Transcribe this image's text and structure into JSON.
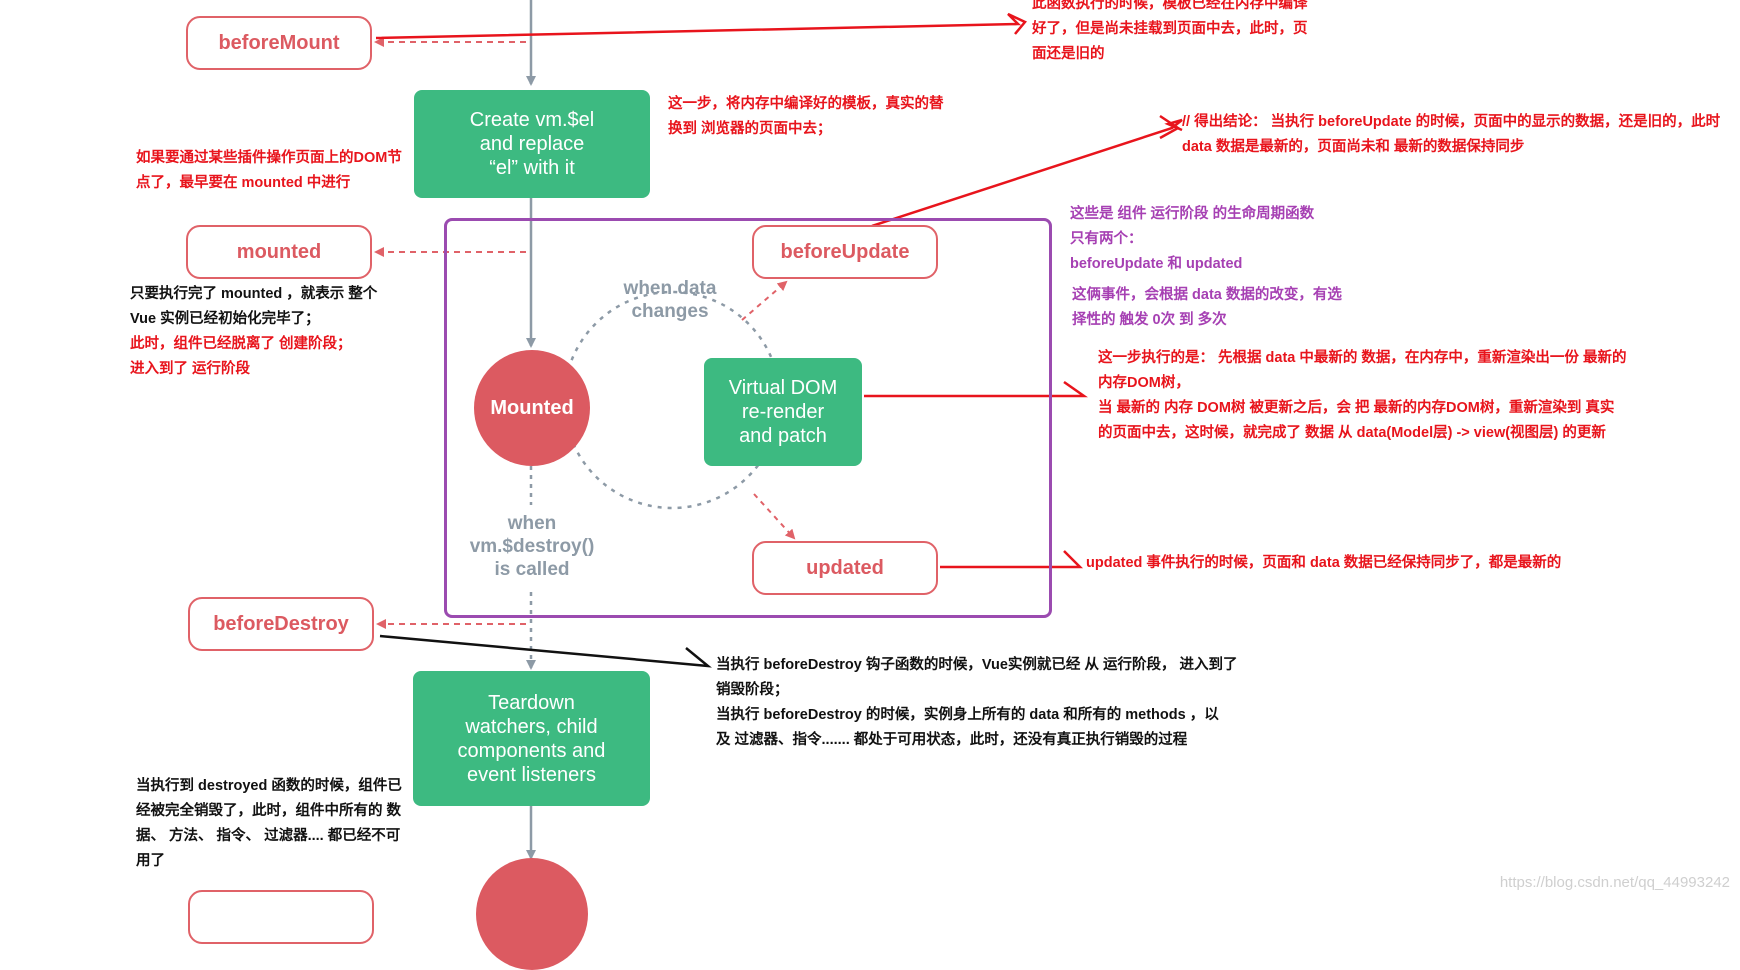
{
  "hooks": {
    "before_mount": "beforeMount",
    "mounted": "mounted",
    "before_update": "beforeUpdate",
    "updated": "updated",
    "before_destroy": "beforeDestroy"
  },
  "boxes": {
    "create_el": [
      "Create vm.$el",
      "and replace",
      "“el” with it"
    ],
    "virtual_dom": [
      "Virtual DOM",
      "re-render",
      "and patch"
    ],
    "teardown": [
      "Teardown",
      "watchers, child",
      "components and",
      "event listeners"
    ]
  },
  "circle_mounted": "Mounted",
  "labels": {
    "when_data_changes": [
      "when data",
      "changes"
    ],
    "when_destroy": [
      "when",
      "vm.$destroy()",
      "is called"
    ]
  },
  "notes": {
    "before_mount": [
      "此函数执行的时候，模板已经在内存中编译",
      "好了，但是尚未挂载到页面中去，此时，页",
      "面还是旧的"
    ],
    "create_el": [
      "这一步，将内存中编译好的模板，真实的替",
      "换到 浏览器的页面中去；"
    ],
    "dom_plugin": [
      "如果要通过某些插件操作页面上的DOM节",
      "点了，最早要在 mounted 中进行"
    ],
    "mounted_black": [
      "只要执行完了 mounted ，就表示 整个",
      "Vue 实例已经初始化完毕了；"
    ],
    "mounted_red": [
      "此时，组件已经脱离了 创建阶段；",
      "进入到了 运行阶段"
    ],
    "conclusion": [
      "// 得出结论： 当执行 beforeUpdate 的时候，页面中的显示的数据，还是旧的，此时",
      "data 数据是最新的，页面尚未和 最新的数据保持同步"
    ],
    "runtime": [
      "这些是 组件 运行阶段 的生命周期函数",
      "只有两个：",
      "beforeUpdate  和  updated"
    ],
    "trigger": [
      "这俩事件，会根据 data 数据的改变，有选",
      "择性的 触发 0次 到 多次"
    ],
    "virtual_dom": [
      "这一步执行的是： 先根据 data 中最新的 数据，在内存中，重新渲染出一份 最新的",
      "内存DOM树，",
      "当 最新的 内存 DOM树 被更新之后，会 把 最新的内存DOM树，重新渲染到 真实",
      "的页面中去，这时候，就完成了 数据 从  data(Model层) ->  view(视图层) 的更新"
    ],
    "updated": [
      "updated 事件执行的时候，页面和 data 数据已经保持同步了，都是最新的"
    ],
    "before_destroy": [
      "当执行 beforeDestroy 钩子函数的时候，Vue实例就已经 从 运行阶段， 进入到了",
      "销毁阶段；",
      "当执行   beforeDestroy  的时候，实例身上所有的 data 和所有的 methods ，以",
      "及 过滤器、指令.......   都处于可用状态，此时，还没有真正执行销毁的过程"
    ],
    "destroyed": [
      "当执行到 destroyed 函数的时候，组件已",
      "经被完全销毁了，此时，组件中所有的 数",
      "据、 方法、 指令、 过滤器.... 都已经不可",
      "用了"
    ]
  },
  "watermark": "https://blog.csdn.net/qq_44993242",
  "colors": {
    "hook": "#dc5a61",
    "green": "#3dba81",
    "gray_line": "#8d9aa6",
    "purple": "#9b4bb0",
    "annotation_red": "#e8141c"
  }
}
